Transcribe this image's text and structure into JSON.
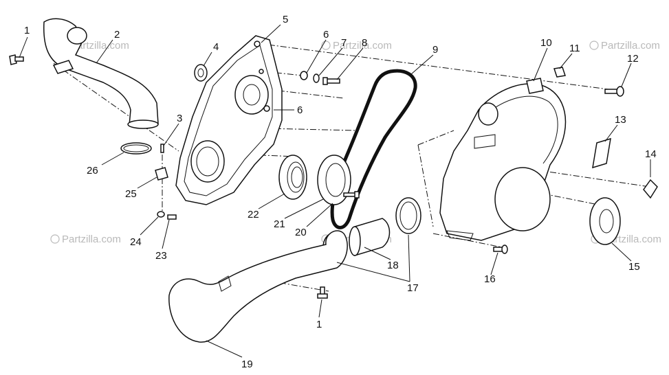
{
  "watermark": {
    "text": "Partzilla.com",
    "symbol": "©"
  },
  "parts": [
    {
      "num": "1"
    },
    {
      "num": "2"
    },
    {
      "num": "3"
    },
    {
      "num": "4"
    },
    {
      "num": "5"
    },
    {
      "num": "6"
    },
    {
      "num": "7"
    },
    {
      "num": "8"
    },
    {
      "num": "9"
    },
    {
      "num": "10"
    },
    {
      "num": "11"
    },
    {
      "num": "12"
    },
    {
      "num": "13"
    },
    {
      "num": "14"
    },
    {
      "num": "15"
    },
    {
      "num": "16"
    },
    {
      "num": "17"
    },
    {
      "num": "18"
    },
    {
      "num": "19"
    },
    {
      "num": "20"
    },
    {
      "num": "21"
    },
    {
      "num": "22"
    },
    {
      "num": "23"
    },
    {
      "num": "24"
    },
    {
      "num": "25"
    },
    {
      "num": "26"
    }
  ]
}
